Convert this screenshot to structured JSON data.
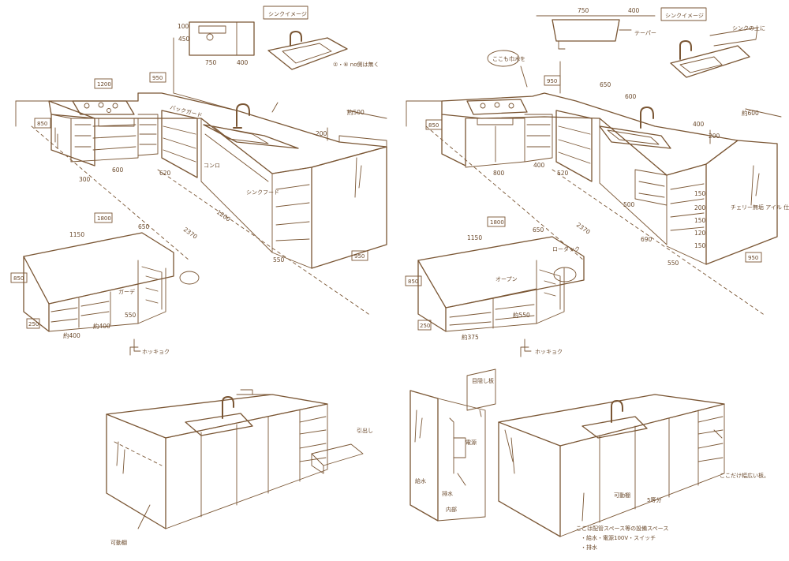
{
  "colors": {
    "ink": "#7a5634",
    "paper": "#ffffff",
    "text": "#6b4a2c"
  },
  "left_top": {
    "callout_title": "シンクイメージ",
    "callout_dim_top": "100",
    "callout_dim_side": "450",
    "callout_dim_a": "750",
    "callout_dim_b": "400",
    "callout_note": "②・⑥ no側は無く",
    "box_1200": "1200",
    "box_950": "950",
    "box_850": "850",
    "dim_ext": "約500",
    "dim_200": "200",
    "dim_300": "300",
    "dim_600": "600",
    "dim_620": "620",
    "dim_2370": "2370",
    "dim_1200": "1200",
    "dim_550": "550",
    "box_950_b": "950",
    "lbl_backguard": "バックガード",
    "lbl_counter": "コンロ",
    "lbl_sink": "シンクフード"
  },
  "left_mid": {
    "box_1800": "1800",
    "box_850": "850",
    "box_250": "250",
    "dim_1150": "1150",
    "dim_650": "650",
    "dim_400a": "約400",
    "dim_400b": "約400",
    "dim_550": "550",
    "lbl_ohmi": "ガーデ",
    "lbl_detail": "ホッキョク"
  },
  "left_bottom": {
    "lbl_drawer": "引出し",
    "lbl_adjust": "可動棚"
  },
  "right_top": {
    "callout_title": "シンクイメージ",
    "dim_750": "750",
    "dim_400": "400",
    "lbl_taper": "テーパー",
    "lbl_here": "ここも巾木を",
    "lbl_sink_here": "シンクの上に",
    "box_950": "950",
    "box_850": "850",
    "dim_650": "650",
    "dim_600": "600",
    "dim_ext": "約600",
    "dim_200": "200",
    "dim_800": "800",
    "dim_400b": "400",
    "dim_520": "520",
    "dim_500": "500",
    "dim_2370": "2370",
    "dim_690": "690",
    "dim_550": "550",
    "lbl_drawer_right": "チェリー無垢 アイル 仕上",
    "box_950_b": "950",
    "col_nums": [
      "150",
      "200",
      "150",
      "120",
      "150"
    ]
  },
  "right_mid": {
    "box_1800": "1800",
    "box_850": "850",
    "box_250": "250",
    "dim_1150": "1150",
    "dim_650": "650",
    "dim_575": "約375",
    "dim_550": "約550",
    "lbl_open": "オープン",
    "lbl_back": "ロータック",
    "lbl_detail": "ホッキョク"
  },
  "right_bottom": {
    "lbl_shelf_board": "目隠し板",
    "lbl_inside": "内部",
    "lbl_power": "電源",
    "lbl_water": "給水",
    "lbl_drain": "排水",
    "lbl_filler": "ここだけ幅広い板。",
    "lbl_adjust": "可動棚",
    "lbl_even": "5等分",
    "note_1": "ここは配管スペース等の設備スペース",
    "note_2": "・給水・電源100V・スイッチ",
    "note_3": "・排水"
  }
}
